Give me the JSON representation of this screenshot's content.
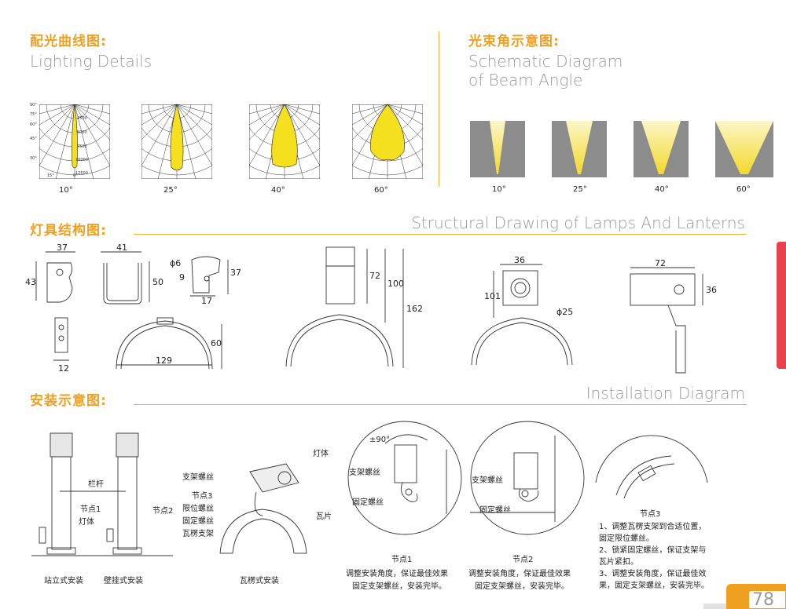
{
  "lighting": {
    "title_cn": "配光曲线图:",
    "title_en": "Lighting Details",
    "angles": [
      "10°",
      "25°",
      "40°",
      "60°"
    ]
  },
  "polar": {
    "tick_90": "90°",
    "tick_75": "75°",
    "tick_60": "60°",
    "tick_45": "45°",
    "tick_30": "30°",
    "tick_15": "15°",
    "tick_0": "0°",
    "rings": [
      "2500",
      "5000",
      "7500",
      "10000",
      "12500"
    ]
  },
  "beam": {
    "title_cn": "光束角示意图:",
    "title_en_1": "Schematic Diagram",
    "title_en_2": "of Beam Angle",
    "angles": [
      "10°",
      "25°",
      "40°",
      "60°"
    ]
  },
  "structure": {
    "title_cn": "灯具结构图:",
    "title_en": "Structural Drawing of Lamps And Lanterns",
    "dims": {
      "d37a": "37",
      "d43": "43",
      "d41": "41",
      "d50": "50",
      "dphi6": "ϕ6",
      "d9": "9",
      "d37b": "37",
      "d17": "17",
      "d12": "12",
      "d129": "129",
      "d60": "60",
      "d72a": "72",
      "d100": "100",
      "d162": "162",
      "d36a": "36",
      "d101": "101",
      "dphi25": "ϕ25",
      "d72b": "72",
      "d36b": "36"
    }
  },
  "install": {
    "title_cn": "安装示意图:",
    "title_en": "Installation Diagram",
    "left": {
      "rail": "栏杆",
      "node1": "节点1",
      "lamp": "灯体",
      "node2": "节点2",
      "cap1": "站立式安装",
      "cap2": "壁挂式安装"
    },
    "mid": {
      "lamp_body": "灯体",
      "bracket_screw": "支架螺丝",
      "node3": "节点3",
      "limit_screw": "限位螺丝",
      "fix_screw": "固定螺丝",
      "tile_bracket": "瓦楞支架",
      "tile": "瓦片",
      "caption": "瓦楞式安装"
    },
    "n1": {
      "angle": "±90°",
      "bracket_screw": "支架螺丝",
      "fix_screw": "固定螺丝",
      "title": "节点1",
      "line1": "调整安装角度，保证最佳效果",
      "line2": "固定支架螺丝，安装完毕。"
    },
    "n2": {
      "bracket_screw": "支架螺丝",
      "fix_screw": "固定螺丝",
      "title": "节点2",
      "line1": "调整安装角度，保证最佳效果",
      "line2": "固定支架螺丝，安装完毕。"
    },
    "n3": {
      "title": "节点3",
      "lines": [
        "1、调整瓦楞支架到合适位置，",
        "固定限位螺丝。",
        "2、锁紧固定螺丝，保证支架与",
        "瓦片紧扣。",
        "3、调整安装角度，保证最佳效",
        "果，固定支架螺丝，安装完毕。"
      ]
    }
  },
  "page": {
    "number": "78"
  },
  "colors": {
    "accent": "#f0a020",
    "beam_gray": "#8c8c8c",
    "beam_yellow": "#f7e34a"
  }
}
